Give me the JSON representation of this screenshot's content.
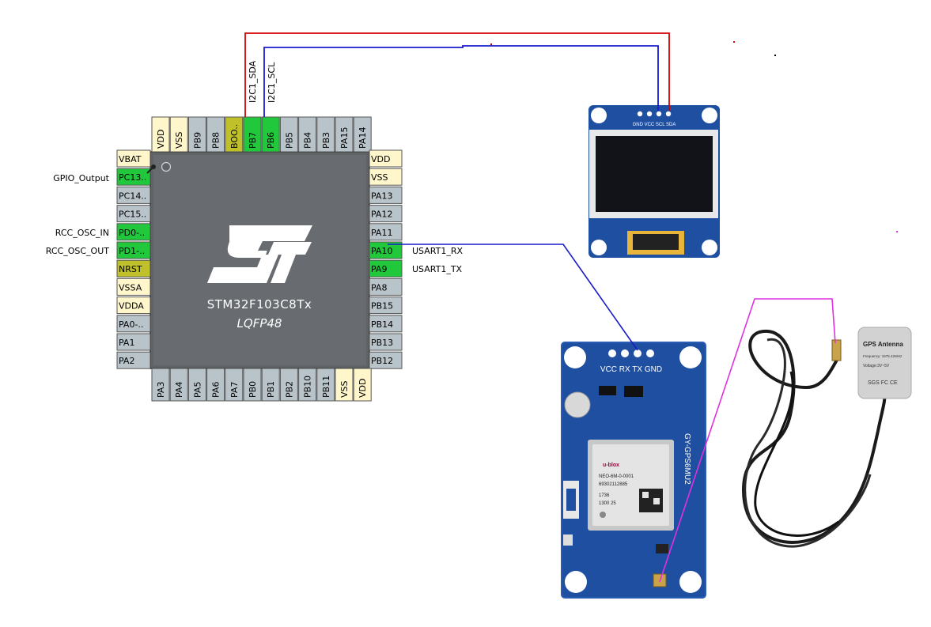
{
  "colors": {
    "pin_default": "#b9c4ca",
    "pin_power": "#fff6cc",
    "pin_used": "#22c83c",
    "pin_boot": "#bfc02a",
    "wire_i2c_sda": "#d40000",
    "wire_i2c_scl": "#1a1acc",
    "wire_uart": "#1a1acc",
    "wire_antenna": "#e030e0",
    "board_blue": "#1f4fa0"
  },
  "mcu": {
    "name": "STM32F103C8Tx",
    "package": "LQFP48",
    "logo": "ST",
    "top_pins": [
      {
        "label": "VDD",
        "type": "power"
      },
      {
        "label": "VSS",
        "type": "power"
      },
      {
        "label": "PB9",
        "type": "default"
      },
      {
        "label": "PB8",
        "type": "default"
      },
      {
        "label": "BOO..",
        "type": "boot"
      },
      {
        "label": "PB7",
        "type": "used"
      },
      {
        "label": "PB6",
        "type": "used"
      },
      {
        "label": "PB5",
        "type": "default"
      },
      {
        "label": "PB4",
        "type": "default"
      },
      {
        "label": "PB3",
        "type": "default"
      },
      {
        "label": "PA15",
        "type": "default"
      },
      {
        "label": "PA14",
        "type": "default"
      }
    ],
    "left_pins": [
      {
        "label": "VBAT",
        "type": "power"
      },
      {
        "label": "PC13..",
        "type": "used"
      },
      {
        "label": "PC14..",
        "type": "default"
      },
      {
        "label": "PC15..",
        "type": "default"
      },
      {
        "label": "PD0-..",
        "type": "used"
      },
      {
        "label": "PD1-..",
        "type": "used"
      },
      {
        "label": "NRST",
        "type": "boot"
      },
      {
        "label": "VSSA",
        "type": "power"
      },
      {
        "label": "VDDA",
        "type": "power"
      },
      {
        "label": "PA0-..",
        "type": "default"
      },
      {
        "label": "PA1",
        "type": "default"
      },
      {
        "label": "PA2",
        "type": "default"
      }
    ],
    "right_pins": [
      {
        "label": "VDD",
        "type": "power"
      },
      {
        "label": "VSS",
        "type": "power"
      },
      {
        "label": "PA13",
        "type": "default"
      },
      {
        "label": "PA12",
        "type": "default"
      },
      {
        "label": "PA11",
        "type": "default"
      },
      {
        "label": "PA10",
        "type": "used"
      },
      {
        "label": "PA9",
        "type": "used"
      },
      {
        "label": "PA8",
        "type": "default"
      },
      {
        "label": "PB15",
        "type": "default"
      },
      {
        "label": "PB14",
        "type": "default"
      },
      {
        "label": "PB13",
        "type": "default"
      },
      {
        "label": "PB12",
        "type": "default"
      }
    ],
    "bottom_pins": [
      {
        "label": "PA3",
        "type": "default"
      },
      {
        "label": "PA4",
        "type": "default"
      },
      {
        "label": "PA5",
        "type": "default"
      },
      {
        "label": "PA6",
        "type": "default"
      },
      {
        "label": "PA7",
        "type": "default"
      },
      {
        "label": "PB0",
        "type": "default"
      },
      {
        "label": "PB1",
        "type": "default"
      },
      {
        "label": "PB2",
        "type": "default"
      },
      {
        "label": "PB10",
        "type": "default"
      },
      {
        "label": "PB11",
        "type": "default"
      },
      {
        "label": "VSS",
        "type": "power"
      },
      {
        "label": "VDD",
        "type": "power"
      }
    ]
  },
  "signals": {
    "gpio_output": "GPIO_Output",
    "rcc_osc_in": "RCC_OSC_IN",
    "rcc_osc_out": "RCC_OSC_OUT",
    "usart1_rx": "USART1_RX",
    "usart1_tx": "USART1_TX",
    "i2c1_sda": "I2C1_SDA",
    "i2c1_scl": "I2C1_SCL"
  },
  "oled": {
    "pin_labels": "GND VCC SCL SDA"
  },
  "gps_module": {
    "header_labels": "VCC RX TX GND",
    "side_text": "GY-GPS6MU2",
    "chip_brand": "u-blox",
    "chip_lines": [
      "NEO-6M-0-0001",
      "69302112885",
      "1736",
      "1300 25"
    ]
  },
  "antenna": {
    "title": "GPS Antenna",
    "line1": "Frequency: 1575.42MHz",
    "line2": "Voltage:3V~5V",
    "marks": "SGS  FC  CE"
  }
}
